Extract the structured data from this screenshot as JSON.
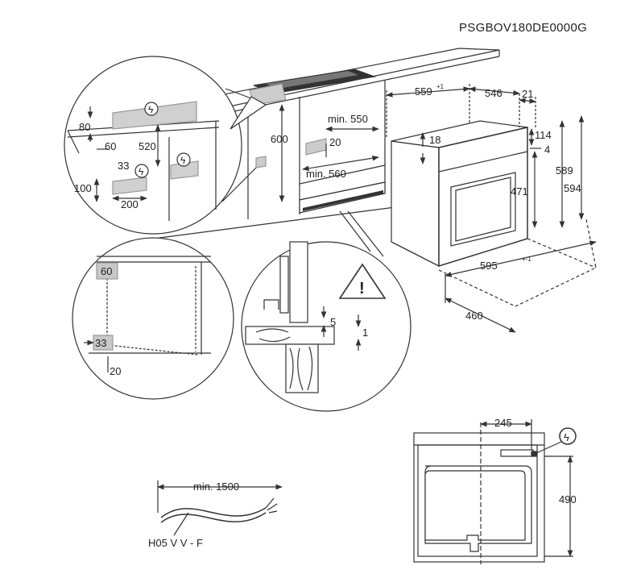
{
  "model_code": "PSGBOV180DE0000G",
  "warning_symbol": "!",
  "power_symbol": "ϟ",
  "detail_top_left": {
    "d80": "80",
    "d60": "60",
    "d520": "520",
    "d33": "33",
    "d100": "100",
    "d200": "200"
  },
  "cabinet": {
    "d600": "600",
    "min550": "min. 550",
    "d20": "20",
    "min560": "min. 560"
  },
  "oven": {
    "d559": "559",
    "d559_tol": "+1",
    "d546": "546",
    "d21": "21",
    "d18": "18",
    "d114": "114",
    "d4": "4",
    "d589": "589",
    "d594": "594",
    "d471": "471",
    "d595": "595",
    "d595_tol": "+-1",
    "d460": "460"
  },
  "detail_left": {
    "d60": "60",
    "d33": "33",
    "d20": "20"
  },
  "detail_center": {
    "d5": "5",
    "d1": "1"
  },
  "cable": {
    "length": "min. 1500",
    "type": "H05 V V - F"
  },
  "rear": {
    "d245": "245",
    "d490": "490"
  }
}
